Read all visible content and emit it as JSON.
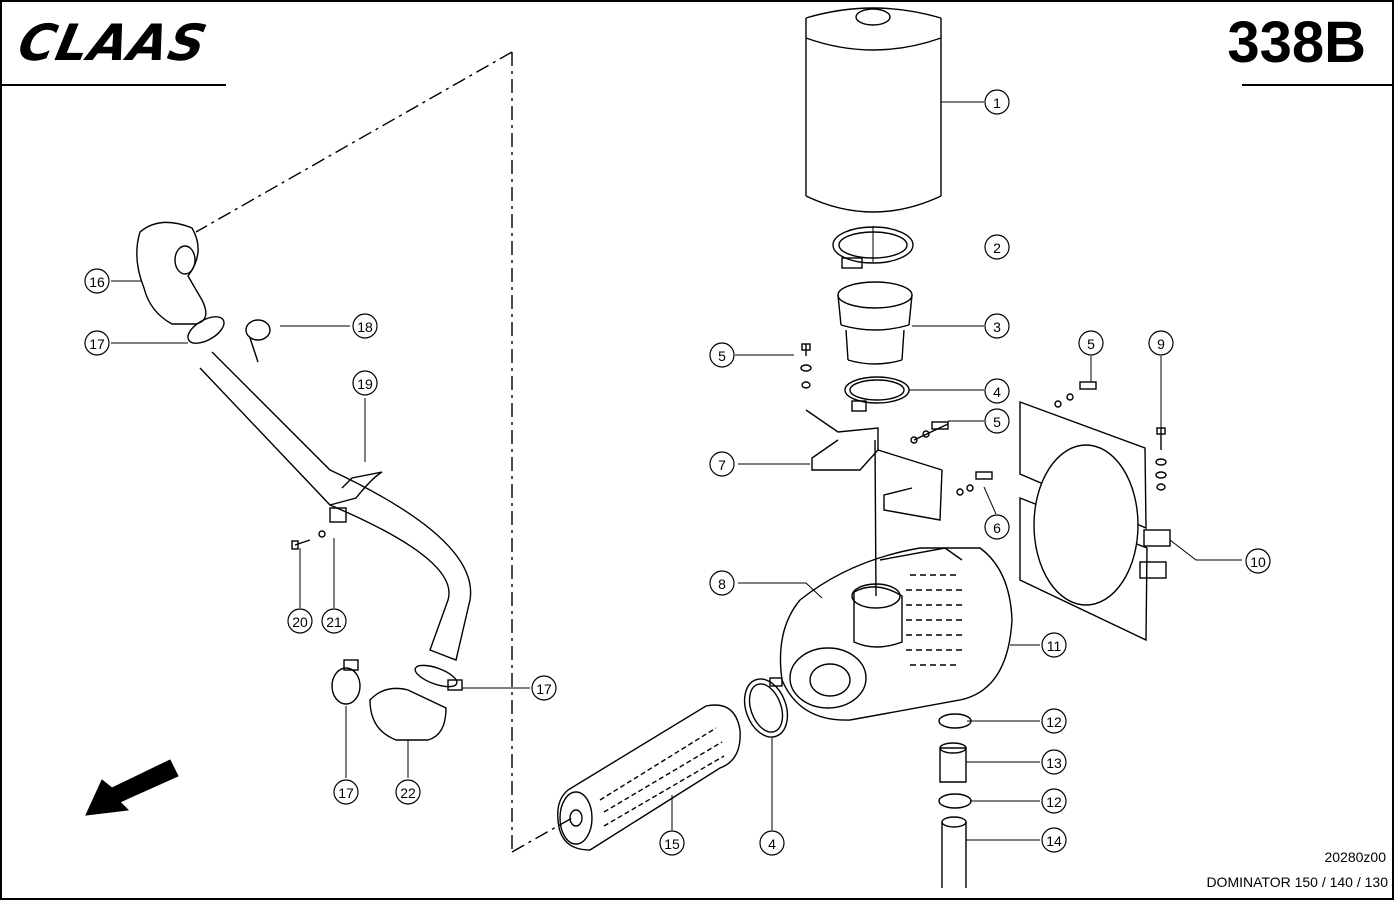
{
  "header": {
    "brand": "CLAAS",
    "page_number": "338B"
  },
  "footer": {
    "drawing_code": "20280z00",
    "model": "DOMINATOR 150 / 140 / 130"
  },
  "callouts": [
    "1",
    "2",
    "3",
    "4",
    "5",
    "5",
    "5",
    "6",
    "7",
    "8",
    "9",
    "10",
    "11",
    "12",
    "12",
    "13",
    "14",
    "15",
    "4",
    "16",
    "17",
    "17",
    "17",
    "18",
    "19",
    "20",
    "21",
    "22"
  ],
  "icons": {
    "arrow": "direction-arrow-icon"
  }
}
